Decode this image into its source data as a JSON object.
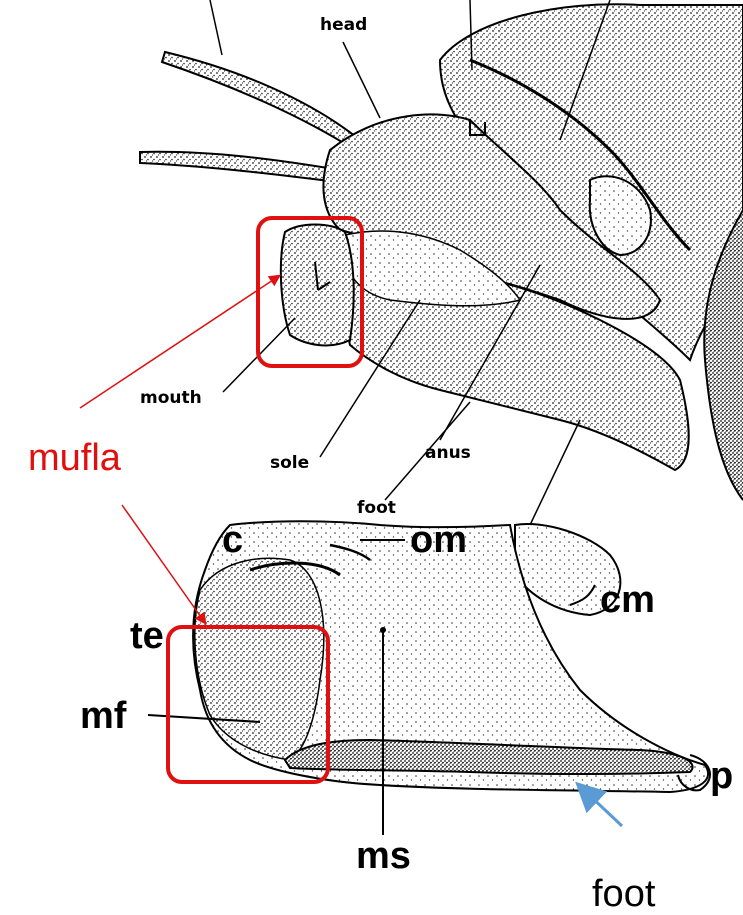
{
  "figure": {
    "top_panel": {
      "labels": {
        "head": "head",
        "mouth": "mouth",
        "sole": "sole",
        "anus": "anus",
        "foot": "foot"
      }
    },
    "bottom_panel": {
      "labels": {
        "c": "c",
        "om": "om",
        "cm": "cm",
        "te": "te",
        "mf": "mf",
        "p": "p",
        "ms": "ms"
      }
    },
    "annotations": {
      "mufla": "mufla",
      "foot": "foot",
      "highlight_color": "#e01010",
      "arrow_color": "#5b9bd5"
    }
  }
}
